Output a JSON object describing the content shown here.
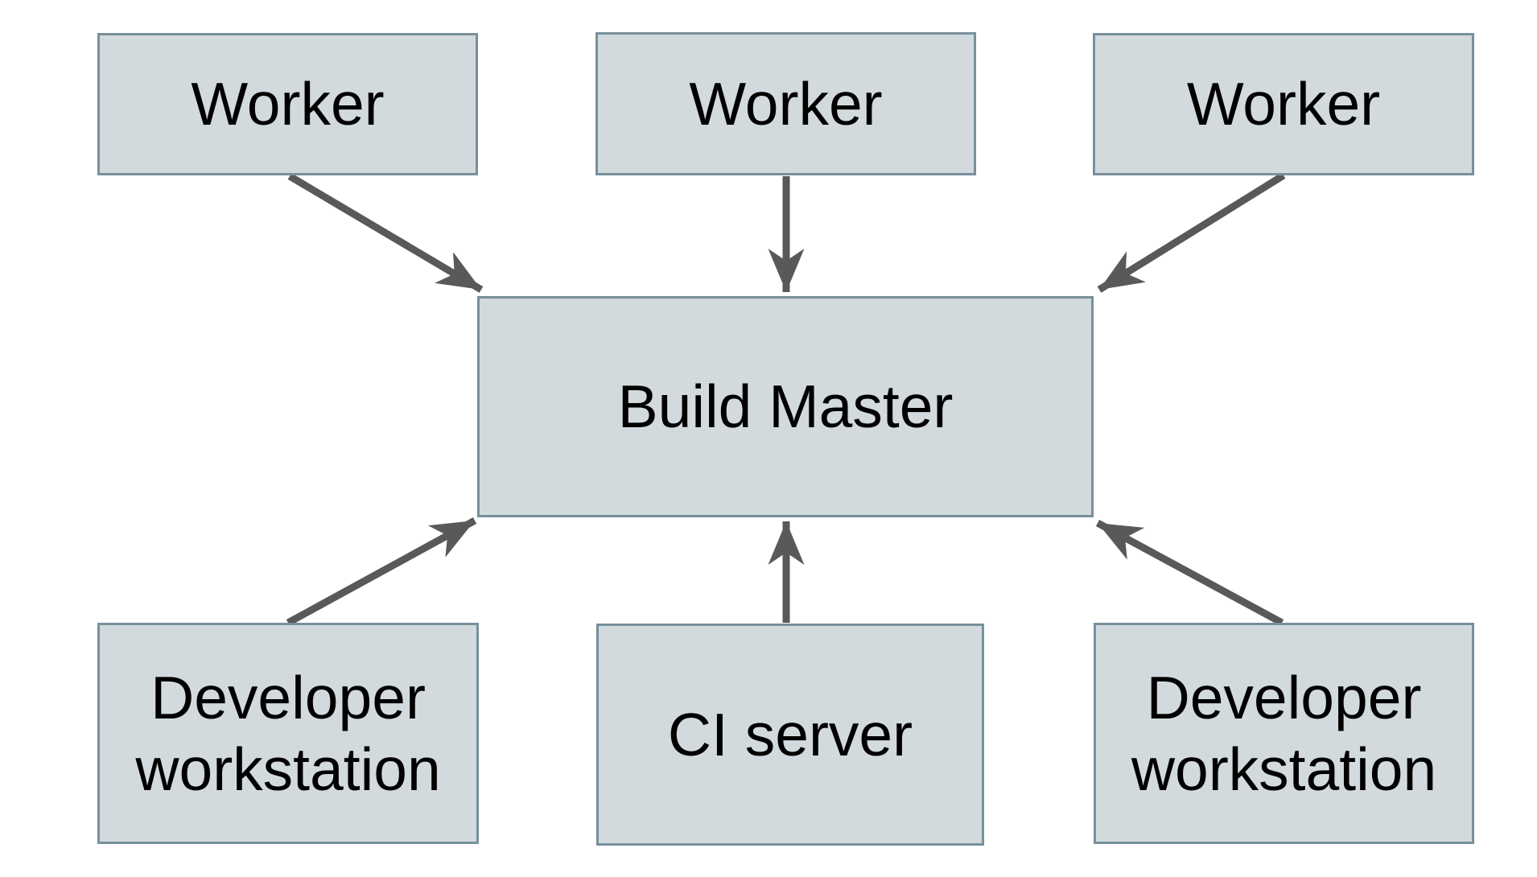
{
  "diagram": {
    "type": "architecture-diagram",
    "background": "#ffffff",
    "colors": {
      "box_fill": "#d2dadd",
      "box_border": "#77909c",
      "arrow": "#595959",
      "text": "#000000"
    },
    "nodes": [
      {
        "id": "worker-1",
        "label": "Worker",
        "row": "top"
      },
      {
        "id": "worker-2",
        "label": "Worker",
        "row": "top"
      },
      {
        "id": "worker-3",
        "label": "Worker",
        "row": "top"
      },
      {
        "id": "build-master",
        "label": "Build Master",
        "row": "center"
      },
      {
        "id": "developer-workstation-1",
        "label": "Developer workstation",
        "row": "bottom"
      },
      {
        "id": "ci-server",
        "label": "CI server",
        "row": "bottom"
      },
      {
        "id": "developer-workstation-2",
        "label": "Developer workstation",
        "row": "bottom"
      }
    ],
    "edges": [
      {
        "from": "worker-1",
        "to": "build-master",
        "direction": "into-build-master"
      },
      {
        "from": "worker-2",
        "to": "build-master",
        "direction": "into-build-master"
      },
      {
        "from": "worker-3",
        "to": "build-master",
        "direction": "into-build-master"
      },
      {
        "from": "developer-workstation-1",
        "to": "build-master",
        "direction": "into-build-master"
      },
      {
        "from": "ci-server",
        "to": "build-master",
        "direction": "into-build-master"
      },
      {
        "from": "developer-workstation-2",
        "to": "build-master",
        "direction": "into-build-master"
      }
    ]
  }
}
